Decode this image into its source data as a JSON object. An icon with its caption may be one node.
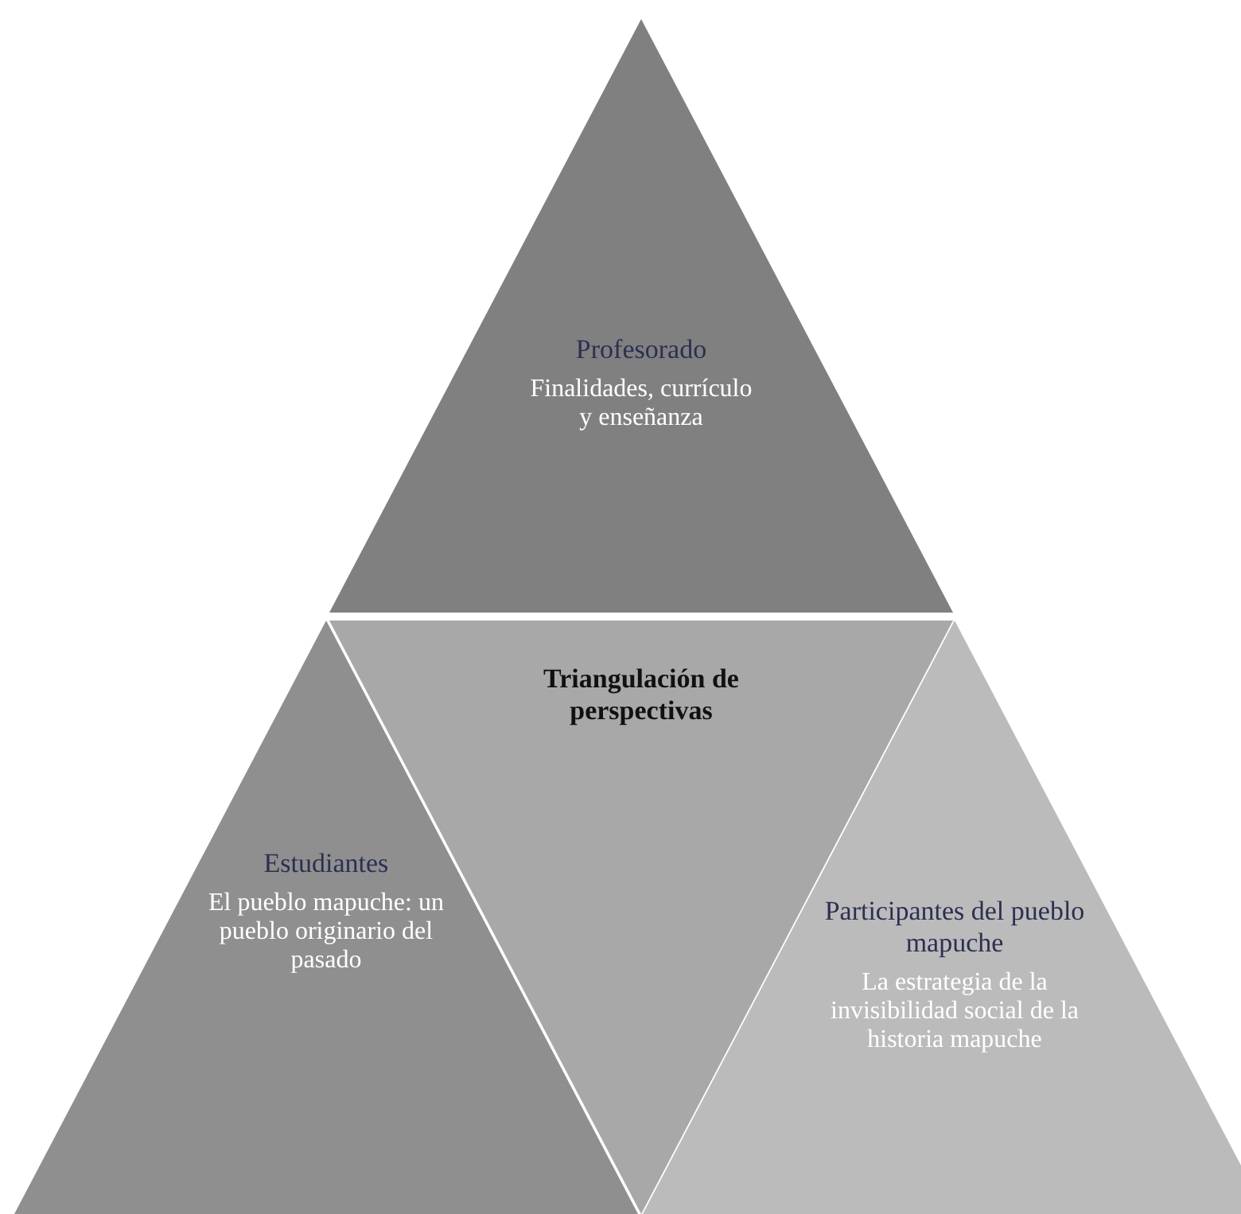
{
  "diagram": {
    "nodes": [
      {
        "text": [
          "Profesorado",
          "Finalidades, currículo y enseñanza"
        ]
      },
      {
        "text": [
          "Estudiantes",
          "El pueblo mapuche: un pueblo originario del pasado"
        ]
      },
      {
        "text": [
          "Triangulación de perspectivas"
        ]
      },
      {
        "text": [
          "Participantes del pueblo mapuche",
          "La estrategia de la invisibilidad social de la historia mapuche"
        ]
      }
    ]
  }
}
